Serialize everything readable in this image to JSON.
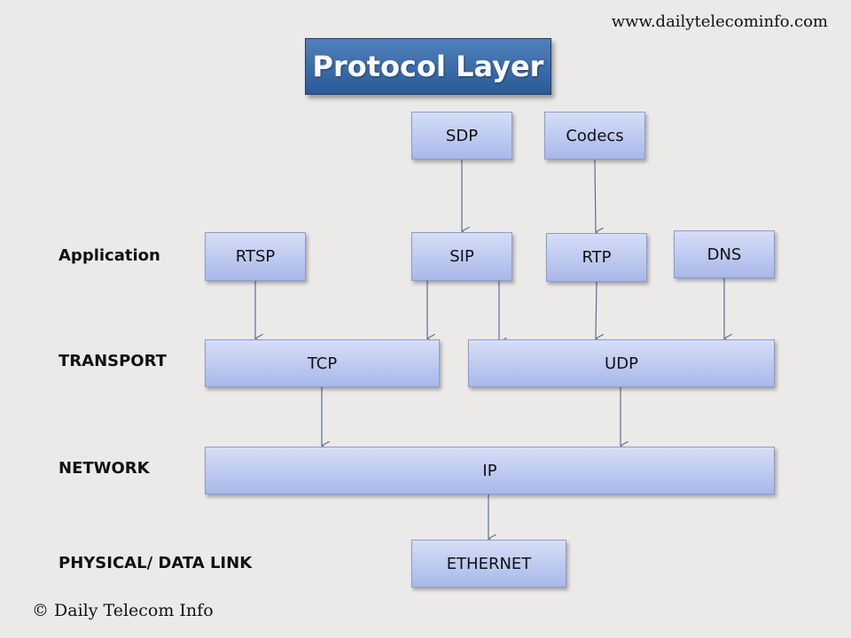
{
  "header": {
    "website": "www.dailytelecominfo.com",
    "title": "Protocol Layer"
  },
  "layers": {
    "application": "Application",
    "transport": "TRANSPORT",
    "network": "NETWORK",
    "physical": "PHYSICAL/ DATA LINK"
  },
  "boxes": {
    "sdp": "SDP",
    "codecs": "Codecs",
    "rtsp": "RTSP",
    "sip": "SIP",
    "rtp": "RTP",
    "dns": "DNS",
    "tcp": "TCP",
    "udp": "UDP",
    "ip": "IP",
    "ethernet": "ETHERNET"
  },
  "connections": [
    [
      "sdp",
      "sip"
    ],
    [
      "codecs",
      "rtp"
    ],
    [
      "rtsp",
      "tcp"
    ],
    [
      "sip",
      "tcp"
    ],
    [
      "sip",
      "udp"
    ],
    [
      "rtp",
      "udp"
    ],
    [
      "dns",
      "udp"
    ],
    [
      "tcp",
      "ip"
    ],
    [
      "udp",
      "ip"
    ],
    [
      "ip",
      "ethernet"
    ]
  ],
  "footer": {
    "copyright": "© Daily Telecom Info"
  },
  "colors": {
    "title_fill": "#3A6BAA",
    "box_fill": "#BCC8F0",
    "arrow": "#5A6E96",
    "background": "#ECEAE8"
  }
}
